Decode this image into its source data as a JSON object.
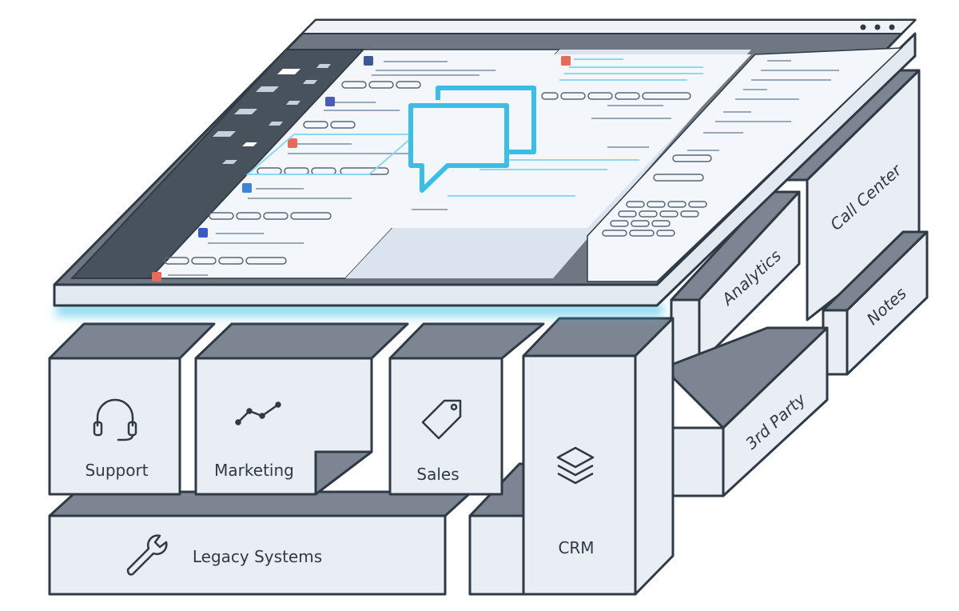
{
  "blocks": {
    "support": "Support",
    "marketing": "Marketing",
    "sales": "Sales",
    "crm": "CRM",
    "legacy": "Legacy Systems",
    "analytics": "Analytics",
    "call_center": "Call Center",
    "notes": "Notes",
    "third_party": "3rd Party"
  },
  "icons": {
    "support": "headset-icon",
    "marketing": "trend-line-icon",
    "sales": "price-tag-icon",
    "crm": "layers-icon",
    "legacy": "wrench-icon",
    "center": "chat-bubbles-icon"
  },
  "colors": {
    "outline": "#2f3a45",
    "face": "#e9eef5",
    "top": "#7c8591",
    "accent": "#3bbde6",
    "window_frame": "#6f7882"
  }
}
